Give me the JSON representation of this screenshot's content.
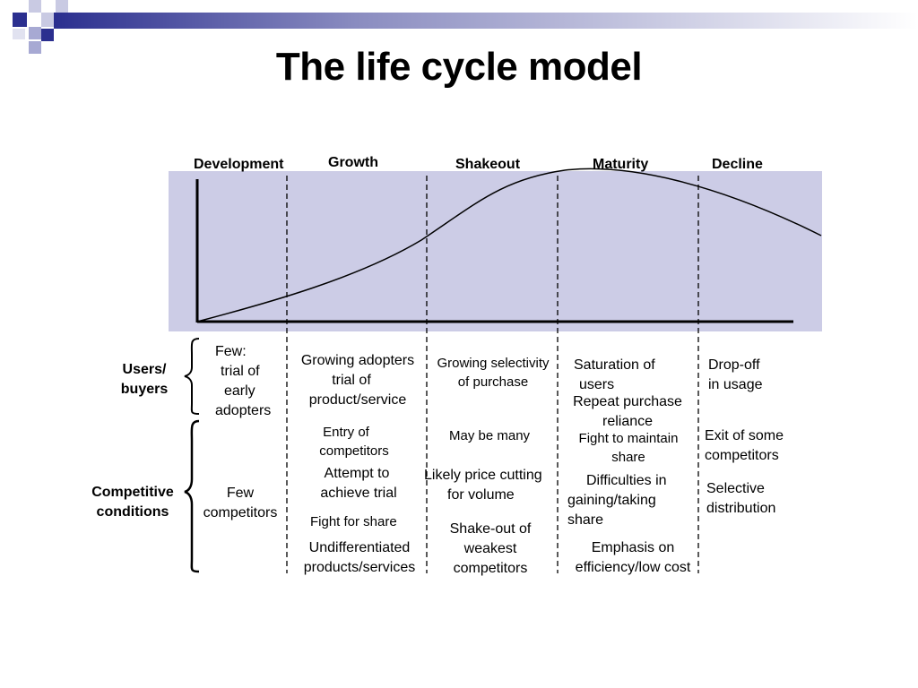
{
  "slide": {
    "title": "The life cycle model"
  },
  "colors": {
    "banner_dark": "#2b2f8f",
    "banner_light": "#e6e7f2",
    "chart_background": "#cccce6",
    "ink": "#000000"
  },
  "stages": [
    "Development",
    "Growth",
    "Shakeout",
    "Maturity",
    "Decline"
  ],
  "row_labels": {
    "users_line1": "Users/",
    "users_line2": "buyers",
    "competitive_line1": "Competitive",
    "competitive_line2": "conditions"
  },
  "cells": {
    "dev_users_1": "Few:",
    "dev_users_2": "trial of",
    "dev_users_3": "early",
    "dev_users_4": "adopters",
    "dev_comp_1": "Few",
    "dev_comp_2": "competitors",
    "growth_users_1": "Growing adopters",
    "growth_users_2": "trial of",
    "growth_users_3": "product/service",
    "growth_comp_entry_1": "Entry of",
    "growth_comp_entry_2": "competitors",
    "growth_comp_attempt_1": "Attempt to",
    "growth_comp_attempt_2": "achieve trial",
    "growth_comp_fight": "Fight for share",
    "growth_comp_undiff_1": "Undifferentiated",
    "growth_comp_undiff_2": "products/services",
    "shake_users_1": "Growing selectivity",
    "shake_users_2": "of purchase",
    "shake_comp_many": "May be many",
    "shake_comp_price_1": "Likely price cutting",
    "shake_comp_price_2": "for volume",
    "shake_comp_out_1": "Shake-out of",
    "shake_comp_out_2": "weakest",
    "shake_comp_out_3": "competitors",
    "mat_users_sat_1": "Saturation of",
    "mat_users_sat_2": "users",
    "mat_users_rep_1": "Repeat purchase",
    "mat_users_rep_2": "reliance",
    "mat_comp_fight_1": "Fight to maintain",
    "mat_comp_fight_2": "share",
    "mat_comp_diff_1": "Difficulties in",
    "mat_comp_diff_2": "gaining/taking",
    "mat_comp_diff_3": "share",
    "mat_comp_emph_1": "Emphasis on",
    "mat_comp_emph_2": "efficiency/low cost",
    "dec_users_1": "Drop-off",
    "dec_users_2": "in usage",
    "dec_comp_exit_1": "Exit of some",
    "dec_comp_exit_2": "competitors",
    "dec_comp_sel_1": "Selective",
    "dec_comp_sel_2": "distribution"
  }
}
